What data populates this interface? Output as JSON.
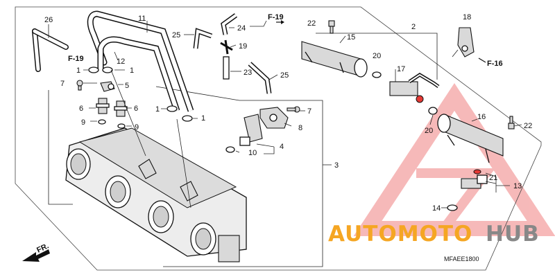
{
  "diagram": {
    "callouts": {
      "c1a": "1",
      "c1b": "1",
      "c1c": "1",
      "c1d": "1",
      "c1e": "1",
      "c2": "2",
      "c3": "3",
      "c4": "4",
      "c5": "5",
      "c6a": "6",
      "c6b": "6",
      "c7a": "7",
      "c7b": "7",
      "c8": "8",
      "c9a": "9",
      "c9b": "9",
      "c10": "10",
      "c11": "11",
      "c12": "12",
      "c13": "13",
      "c14": "14",
      "c15": "15",
      "c16": "16",
      "c17": "17",
      "c18": "18",
      "c19": "19",
      "c20a": "20",
      "c20b": "20",
      "c21": "21",
      "c22a": "22",
      "c22b": "22",
      "c23": "23",
      "c24": "24",
      "c25a": "25",
      "c25b": "25",
      "c26": "26"
    },
    "references": {
      "f19a": "F-19",
      "f19b": "F-19",
      "f16": "F-16"
    },
    "front_label": "FR.",
    "drawing_code": "MFAEE1800"
  },
  "watermark": {
    "part1": "AUTOMOTO",
    "part2": "HUB",
    "color_primary": "#f5a623",
    "color_secondary": "#888888",
    "triangle_color": "#f4a3a3"
  }
}
